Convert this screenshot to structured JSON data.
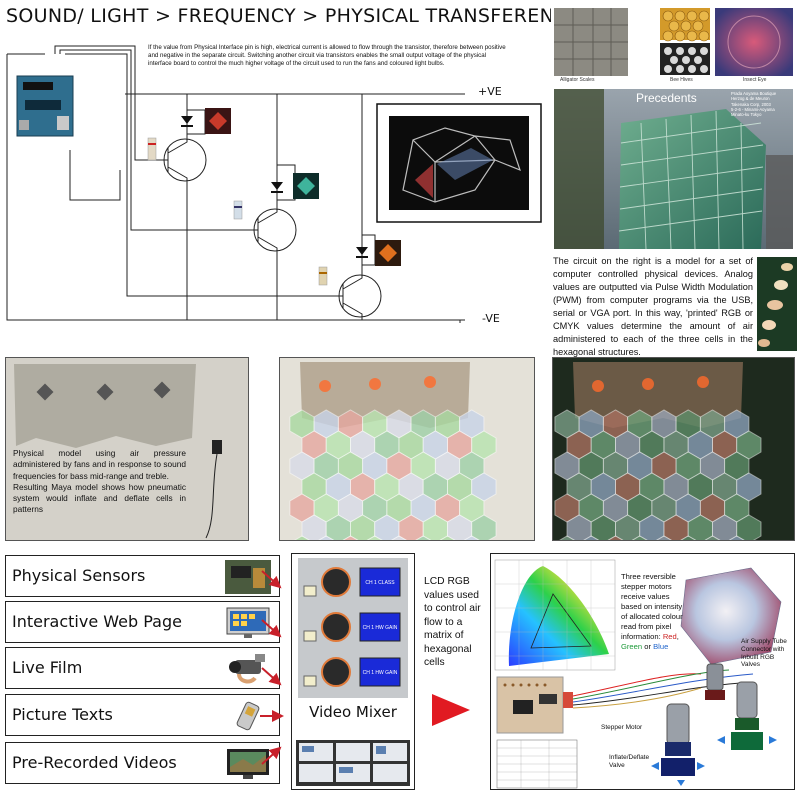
{
  "header": {
    "title": "SOUND/ LIGHT > FREQUENCY > PHYSICAL TRANSFERENCE"
  },
  "circuit": {
    "note": "If the value from Physical Interface pin is high, electrical current is allowed to flow through the transistor, therefore between positive and negative in the separate circuit. Switching another circuit via transistors enables the small output voltage of the physical interface board to control the much higher voltage of the circuit used to run the fans and coloured light bulbs.",
    "positive_label": "+VE",
    "negative_label": "-VE"
  },
  "precedents": {
    "heading": "Precedents",
    "captions": [
      "Alligator Scales",
      "Bee Hives",
      "Insect Eye"
    ],
    "building_caption": "Prada Aoyama Boutique\nHerzog & de Meuron\nTakenaka Corp, 2003\n5-2-6 - Minami-Aoyama\nMinato-ku Tokyo"
  },
  "description": {
    "text": "The circuit on the right is a model for a set of computer controlled physical devices. Analog values are outputted via Pulse Width Modulation (PWM) from computer programs via the USB, serial or VGA port. In this way, 'printed' RGB or CMYK values determine the amount of air administered to each of the three cells in the hexagonal structures."
  },
  "model_photos": {
    "caption": "Physical model using air pressure administered by fans and in response to sound frequencies for bass mid-range and treble.\nResulting Maya model shows how pneumatic system would inflate and deflate cells in patterns"
  },
  "sources": [
    {
      "label": "Physical Sensors"
    },
    {
      "label": "Interactive Web Page"
    },
    {
      "label": "Live Film"
    },
    {
      "label": "Picture Texts"
    },
    {
      "label": "Pre-Recorded Videos"
    }
  ],
  "mixer": {
    "label": "Video Mixer",
    "screen_text": [
      "CH 1 CLASS",
      "CH 1 HW GAIN",
      "CH 1 HW GAIN"
    ]
  },
  "lcd_note": "LCD RGB values used to control air flow to a matrix of hexagonal cells",
  "output": {
    "motor_note": "Three reversible stepper motors receive values based on intensity of allocated colour read from pixel information:",
    "colors_red": "Red",
    "colors_sep1": ", ",
    "colors_green": "Green",
    "colors_sep2": " or ",
    "colors_blue": "Blue",
    "air_supply": "Air Supply Tube Connector with Inbuilt RGB Valves",
    "stepper_label": "Stepper Motor",
    "valve_label": "Inflate/Deflate Valve"
  },
  "colors": {
    "arrow_red": "#c8202a",
    "accent_red": "#cc2222",
    "accent_green": "#1e9a3a",
    "accent_blue": "#2266cc"
  }
}
